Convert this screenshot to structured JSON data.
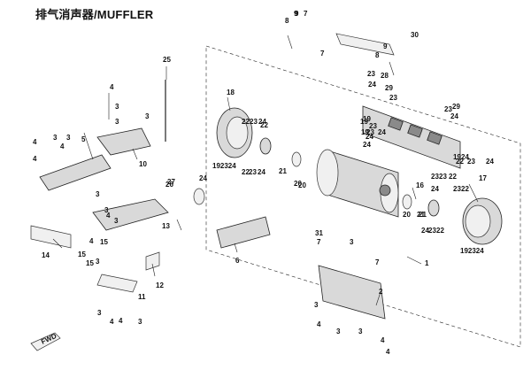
{
  "title": "排气消声器/MUFFLER",
  "direction_marker": {
    "label": "FWD"
  },
  "callouts": [
    "1",
    "2",
    "3",
    "4",
    "5",
    "6",
    "7",
    "8",
    "9",
    "10",
    "11",
    "12",
    "13",
    "14",
    "15",
    "16",
    "17",
    "18",
    "19",
    "20",
    "21",
    "22",
    "23",
    "24",
    "25",
    "26",
    "27",
    "28",
    "29",
    "30",
    "31",
    "23",
    "19",
    "24",
    "22",
    "23",
    "24",
    "4",
    "3",
    "3",
    "4",
    "3",
    "4",
    "3",
    "4",
    "3",
    "4",
    "15",
    "15",
    "4",
    "3",
    "3",
    "4",
    "3",
    "3",
    "23",
    "29",
    "24",
    "9",
    "7",
    "8",
    "9",
    "7",
    "24",
    "23",
    "24",
    "3",
    "7",
    "3",
    "3",
    "4",
    "4",
    "3",
    "3",
    "4",
    "22",
    "23",
    "24",
    "22",
    "23",
    "24",
    "20",
    "21",
    "19",
    "23",
    "24",
    "23",
    "19",
    "24",
    "23",
    "22",
    "24",
    "23",
    "22",
    "24",
    "23",
    "22",
    "192324",
    "192324",
    "21",
    "20"
  ]
}
